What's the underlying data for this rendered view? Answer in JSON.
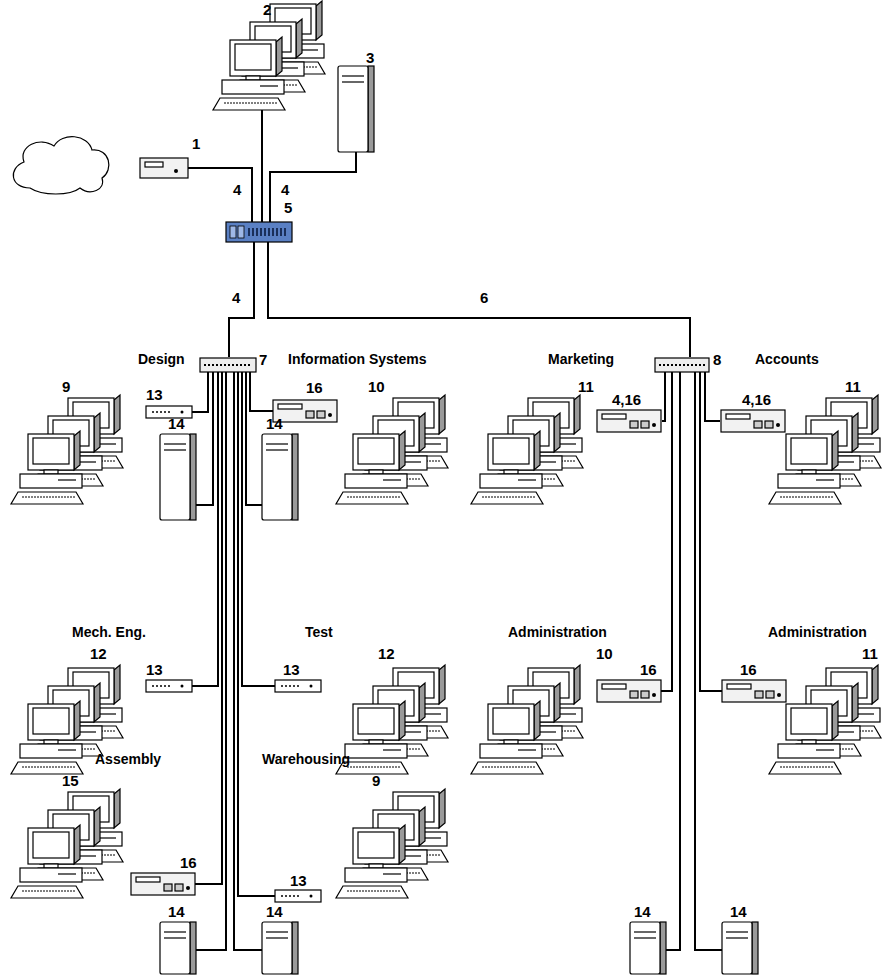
{
  "diagram": {
    "labels": [
      "1",
      "2",
      "3",
      "4",
      "4",
      "5",
      "4",
      "6",
      "7",
      "8",
      "Design",
      "Information Systems",
      "Marketing",
      "Accounts",
      "9",
      "10",
      "11",
      "11",
      "13",
      "16",
      "4,16",
      "4,16",
      "14",
      "14",
      "Mech. Eng.",
      "12",
      "Test",
      "12",
      "Administration",
      "10",
      "Administration",
      "11",
      "13",
      "13",
      "16",
      "16",
      "Assembly",
      "15",
      "16",
      "Warehousing",
      "9",
      "13",
      "14",
      "14",
      "14",
      "14"
    ]
  }
}
